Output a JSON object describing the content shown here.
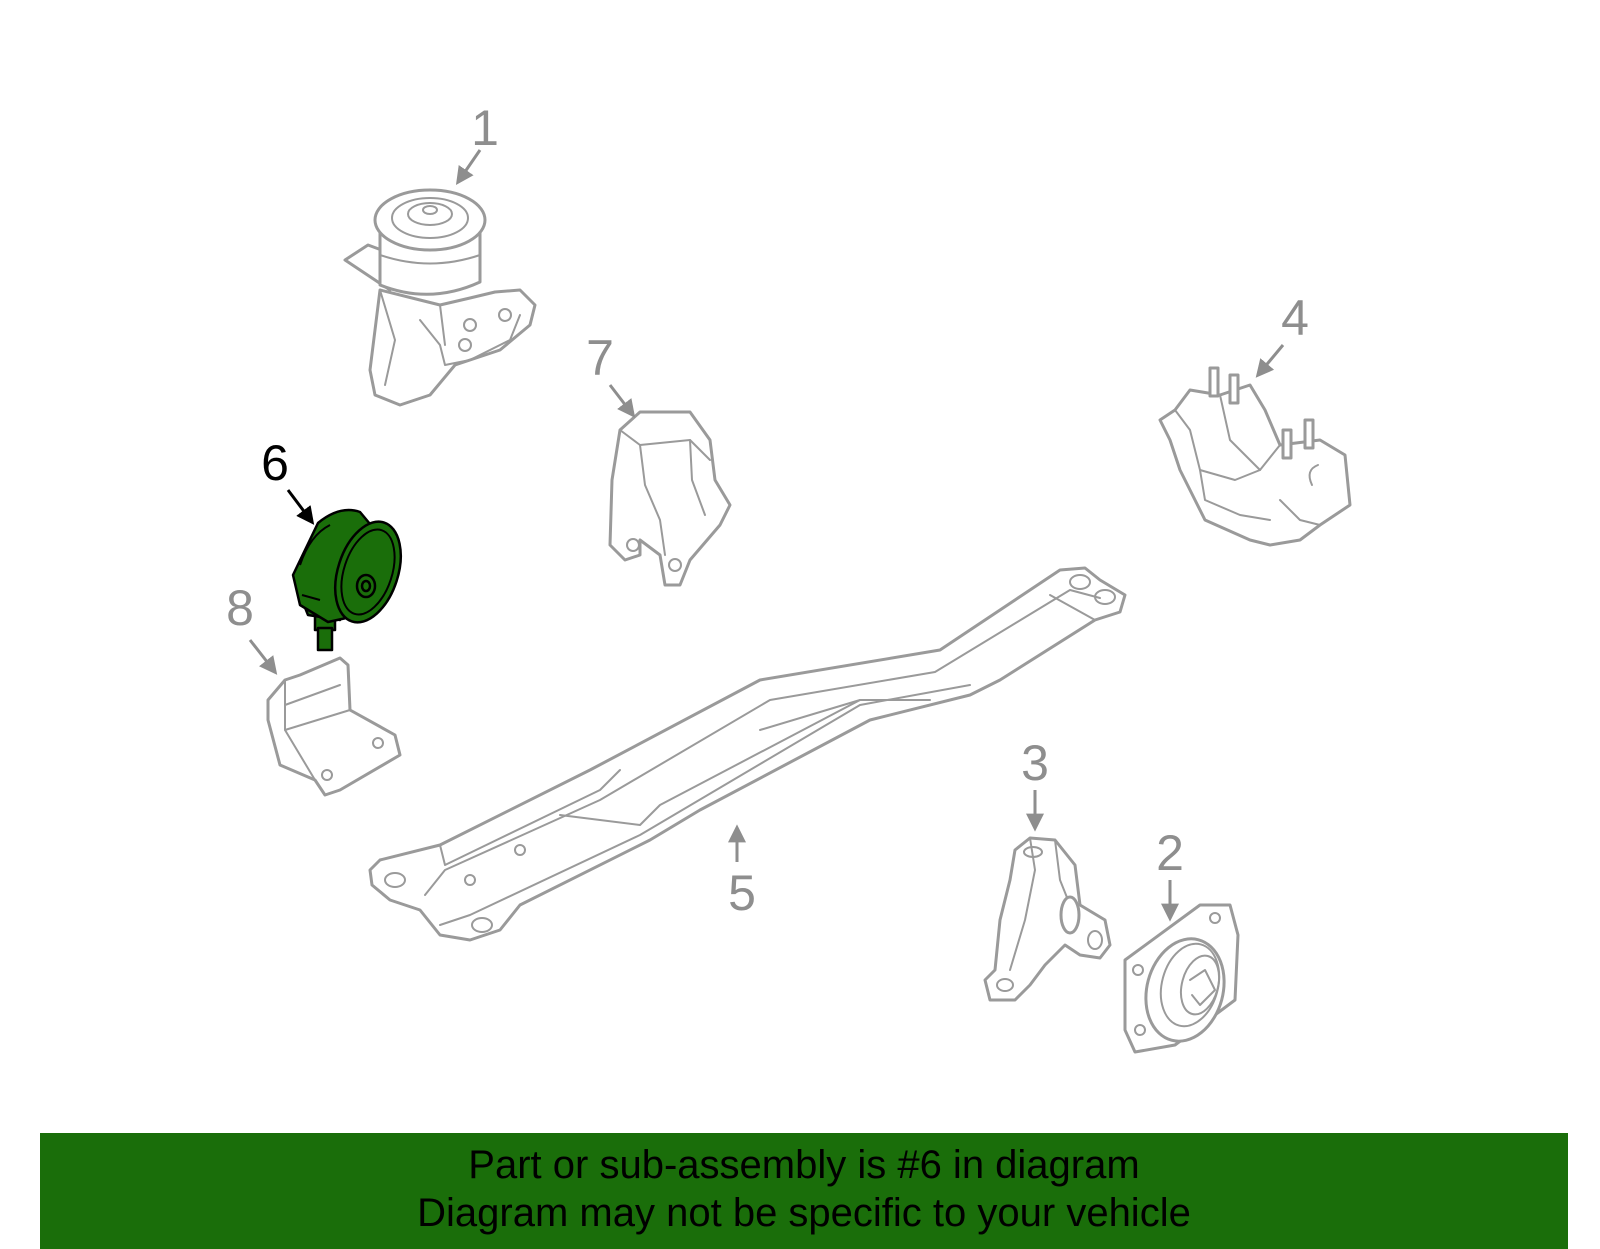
{
  "diagram": {
    "callouts": [
      "1",
      "2",
      "3",
      "4",
      "5",
      "6",
      "7",
      "8"
    ],
    "highlighted_part": "6",
    "colors": {
      "highlight": "#1a6e0a",
      "line_art": "#9a9a9a",
      "callout_text": "#8e8e8e",
      "active_callout": "#000000",
      "banner": "#1a6e0a"
    }
  },
  "footer": {
    "line1": "Part or sub-assembly is #6 in diagram",
    "line2": "Diagram may not be specific to your vehicle"
  }
}
